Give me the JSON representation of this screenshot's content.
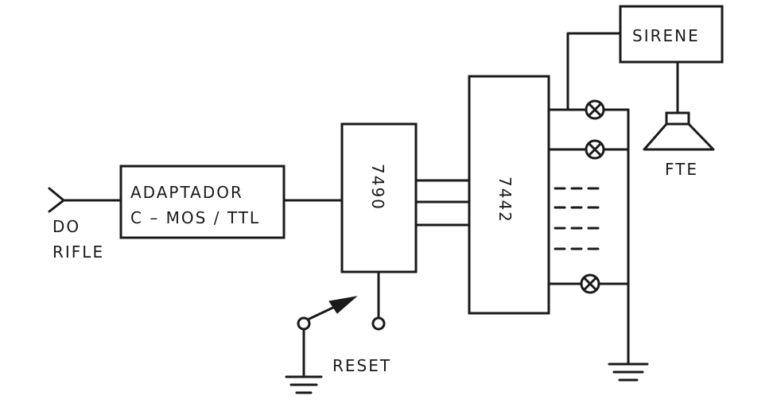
{
  "labels": {
    "input": [
      "DO",
      "RIFLE"
    ],
    "adapter": [
      "ADAPTADOR",
      "C – MOS / TTL"
    ],
    "counter": "7490",
    "decoder": "7442",
    "siren": "SIRENE",
    "speaker": "FTE",
    "reset": "RESET"
  }
}
